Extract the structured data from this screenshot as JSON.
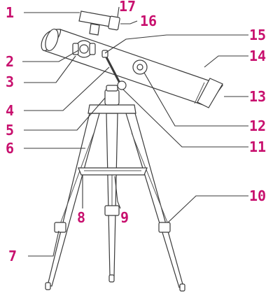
{
  "colors": {
    "label": "#c8106e",
    "leader": "#3a3a3a",
    "ink": "#3a3a3a"
  },
  "labels": {
    "l1": "1",
    "l2": "2",
    "l3": "3",
    "l4": "4",
    "l5": "5",
    "l6": "6",
    "l7": "7",
    "l8": "8",
    "l9": "9",
    "l10": "10",
    "l11": "11",
    "l12": "12",
    "l13": "13",
    "l14": "14",
    "l15": "15",
    "l16": "16",
    "l17": "17"
  }
}
